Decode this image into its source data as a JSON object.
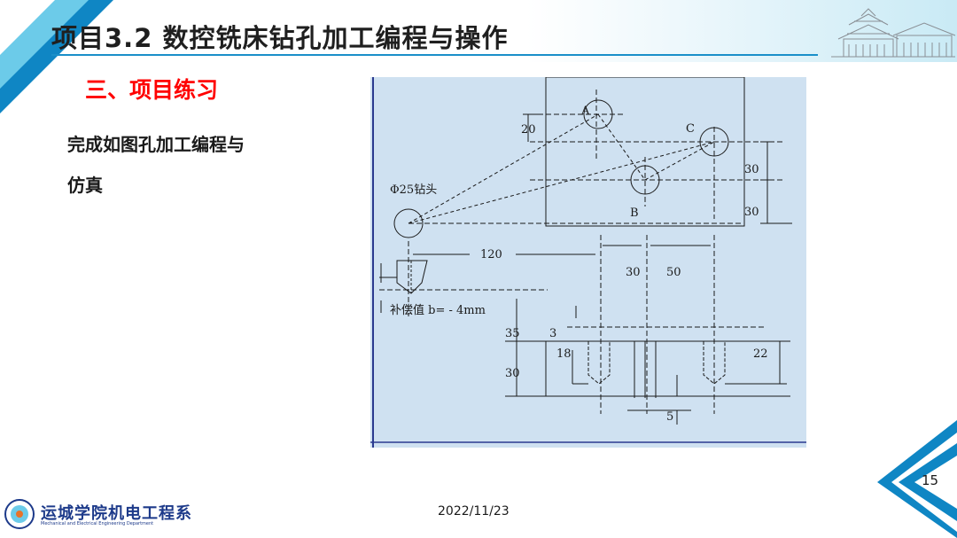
{
  "header": {
    "title": "项目3.2 数控铣床钻孔加工编程与操作"
  },
  "section": {
    "title": "三、项目练习",
    "text_line1": "完成如图孔加工编程与",
    "text_line2": "仿真"
  },
  "drawing": {
    "label_a": "A",
    "label_b": "B",
    "label_c": "C",
    "dim_20": "20",
    "dim_30_right_upper": "30",
    "dim_30_right_lower": "30",
    "tool_label": "Φ25钻头",
    "dim_120": "120",
    "dim_30_horiz": "30",
    "dim_50": "50",
    "comp_label": "补偿值 b= - 4mm",
    "dim_35": "35",
    "dim_3": "3",
    "dim_18": "18",
    "dim_22": "22",
    "dim_30_side": "30",
    "dim_5": "5"
  },
  "footer": {
    "page_number": "15",
    "date": "2022/11/23",
    "logo_cn": "运城学院机电工程系",
    "logo_en": "Mechanical and Electrical Engineering Department"
  },
  "colors": {
    "accent_blue": "#0f86c4",
    "light_blue": "#6ccbe9",
    "section_red": "#ff0000",
    "drawing_bg": "#cfe1f1",
    "logo_blue": "#1d3a8a"
  }
}
